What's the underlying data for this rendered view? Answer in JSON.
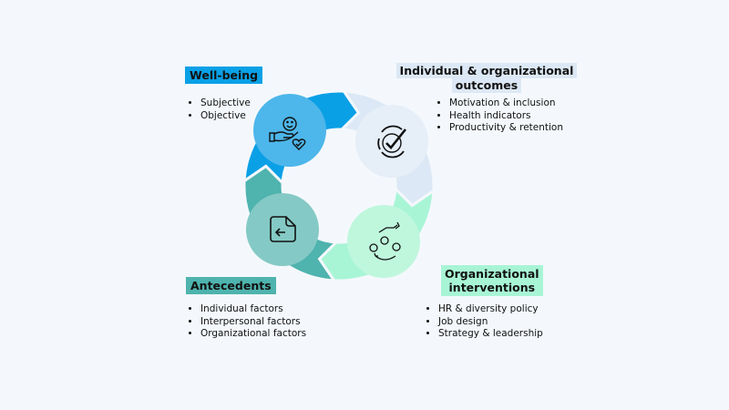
{
  "colors": {
    "wellbeing": "#0aa0e6",
    "outcomes": "#dce8f5",
    "interventions": "#a8f5d6",
    "antecedents": "#4fb3ae"
  },
  "wellbeing": {
    "title": "Well-being",
    "items": [
      "Subjective",
      "Objective"
    ],
    "icon": "hand-smiley-heart-icon"
  },
  "outcomes": {
    "title_line1": "Individual & organizational",
    "title_line2": "outcomes",
    "items": [
      "Motivation & inclusion",
      "Health indicators",
      "Productivity & retention"
    ],
    "icon": "cycle-check-icon"
  },
  "interventions": {
    "title_line1": "Organizational",
    "title_line2": "interventions",
    "items": [
      "HR & diversity policy",
      "Job design",
      "Strategy & leadership"
    ],
    "icon": "hand-gears-icon"
  },
  "antecedents": {
    "title": "Antecedents",
    "items": [
      "Individual factors",
      "Interpersonal factors",
      "Organizational factors"
    ],
    "icon": "document-arrow-icon"
  }
}
